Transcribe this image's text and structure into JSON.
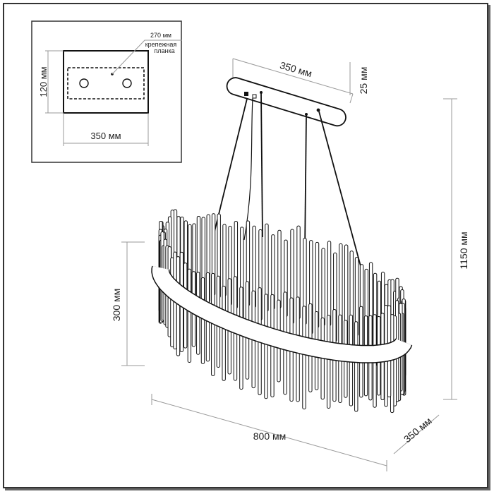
{
  "inset": {
    "height_label": "120 мм",
    "width_label": "350 мм",
    "plate_width_label": "270 мм",
    "plate_name_line1": "крепежная",
    "plate_name_line2": "планка"
  },
  "main": {
    "canopy_length_label": "350 мм",
    "canopy_height_label": "25 мм",
    "total_height_label": "1150 мм",
    "body_height_label": "300 мм",
    "length_label": "800 мм",
    "depth_label": "350 мм"
  }
}
